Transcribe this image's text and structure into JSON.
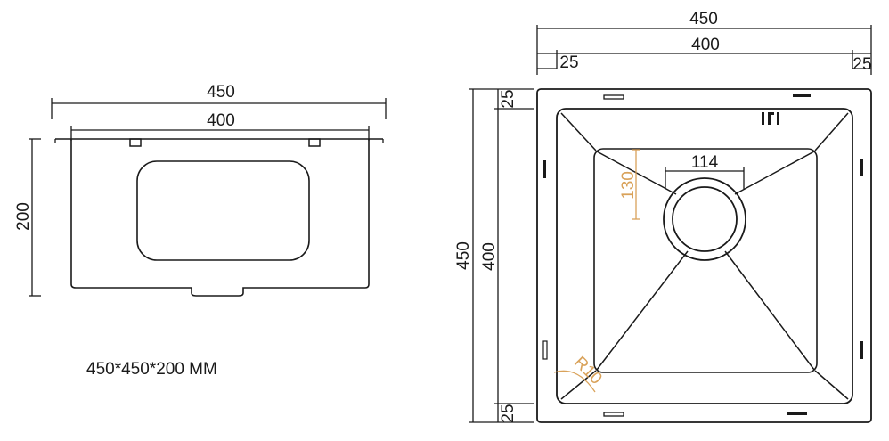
{
  "side_view": {
    "width_outer": "450",
    "width_inner": "400",
    "height": "200"
  },
  "top_view": {
    "width_outer": "450",
    "width_inner": "400",
    "margin_left": "25",
    "margin_right": "25",
    "height_outer": "450",
    "height_inner": "400",
    "margin_top": "25",
    "margin_bottom": "25",
    "drain_diameter": "114",
    "drain_offset": "130",
    "corner_radius": "R10"
  },
  "spec_note": "450*450*200 MM",
  "colors": {
    "line": "#1a1a1a",
    "annotation_orange": "#d9a25a"
  }
}
